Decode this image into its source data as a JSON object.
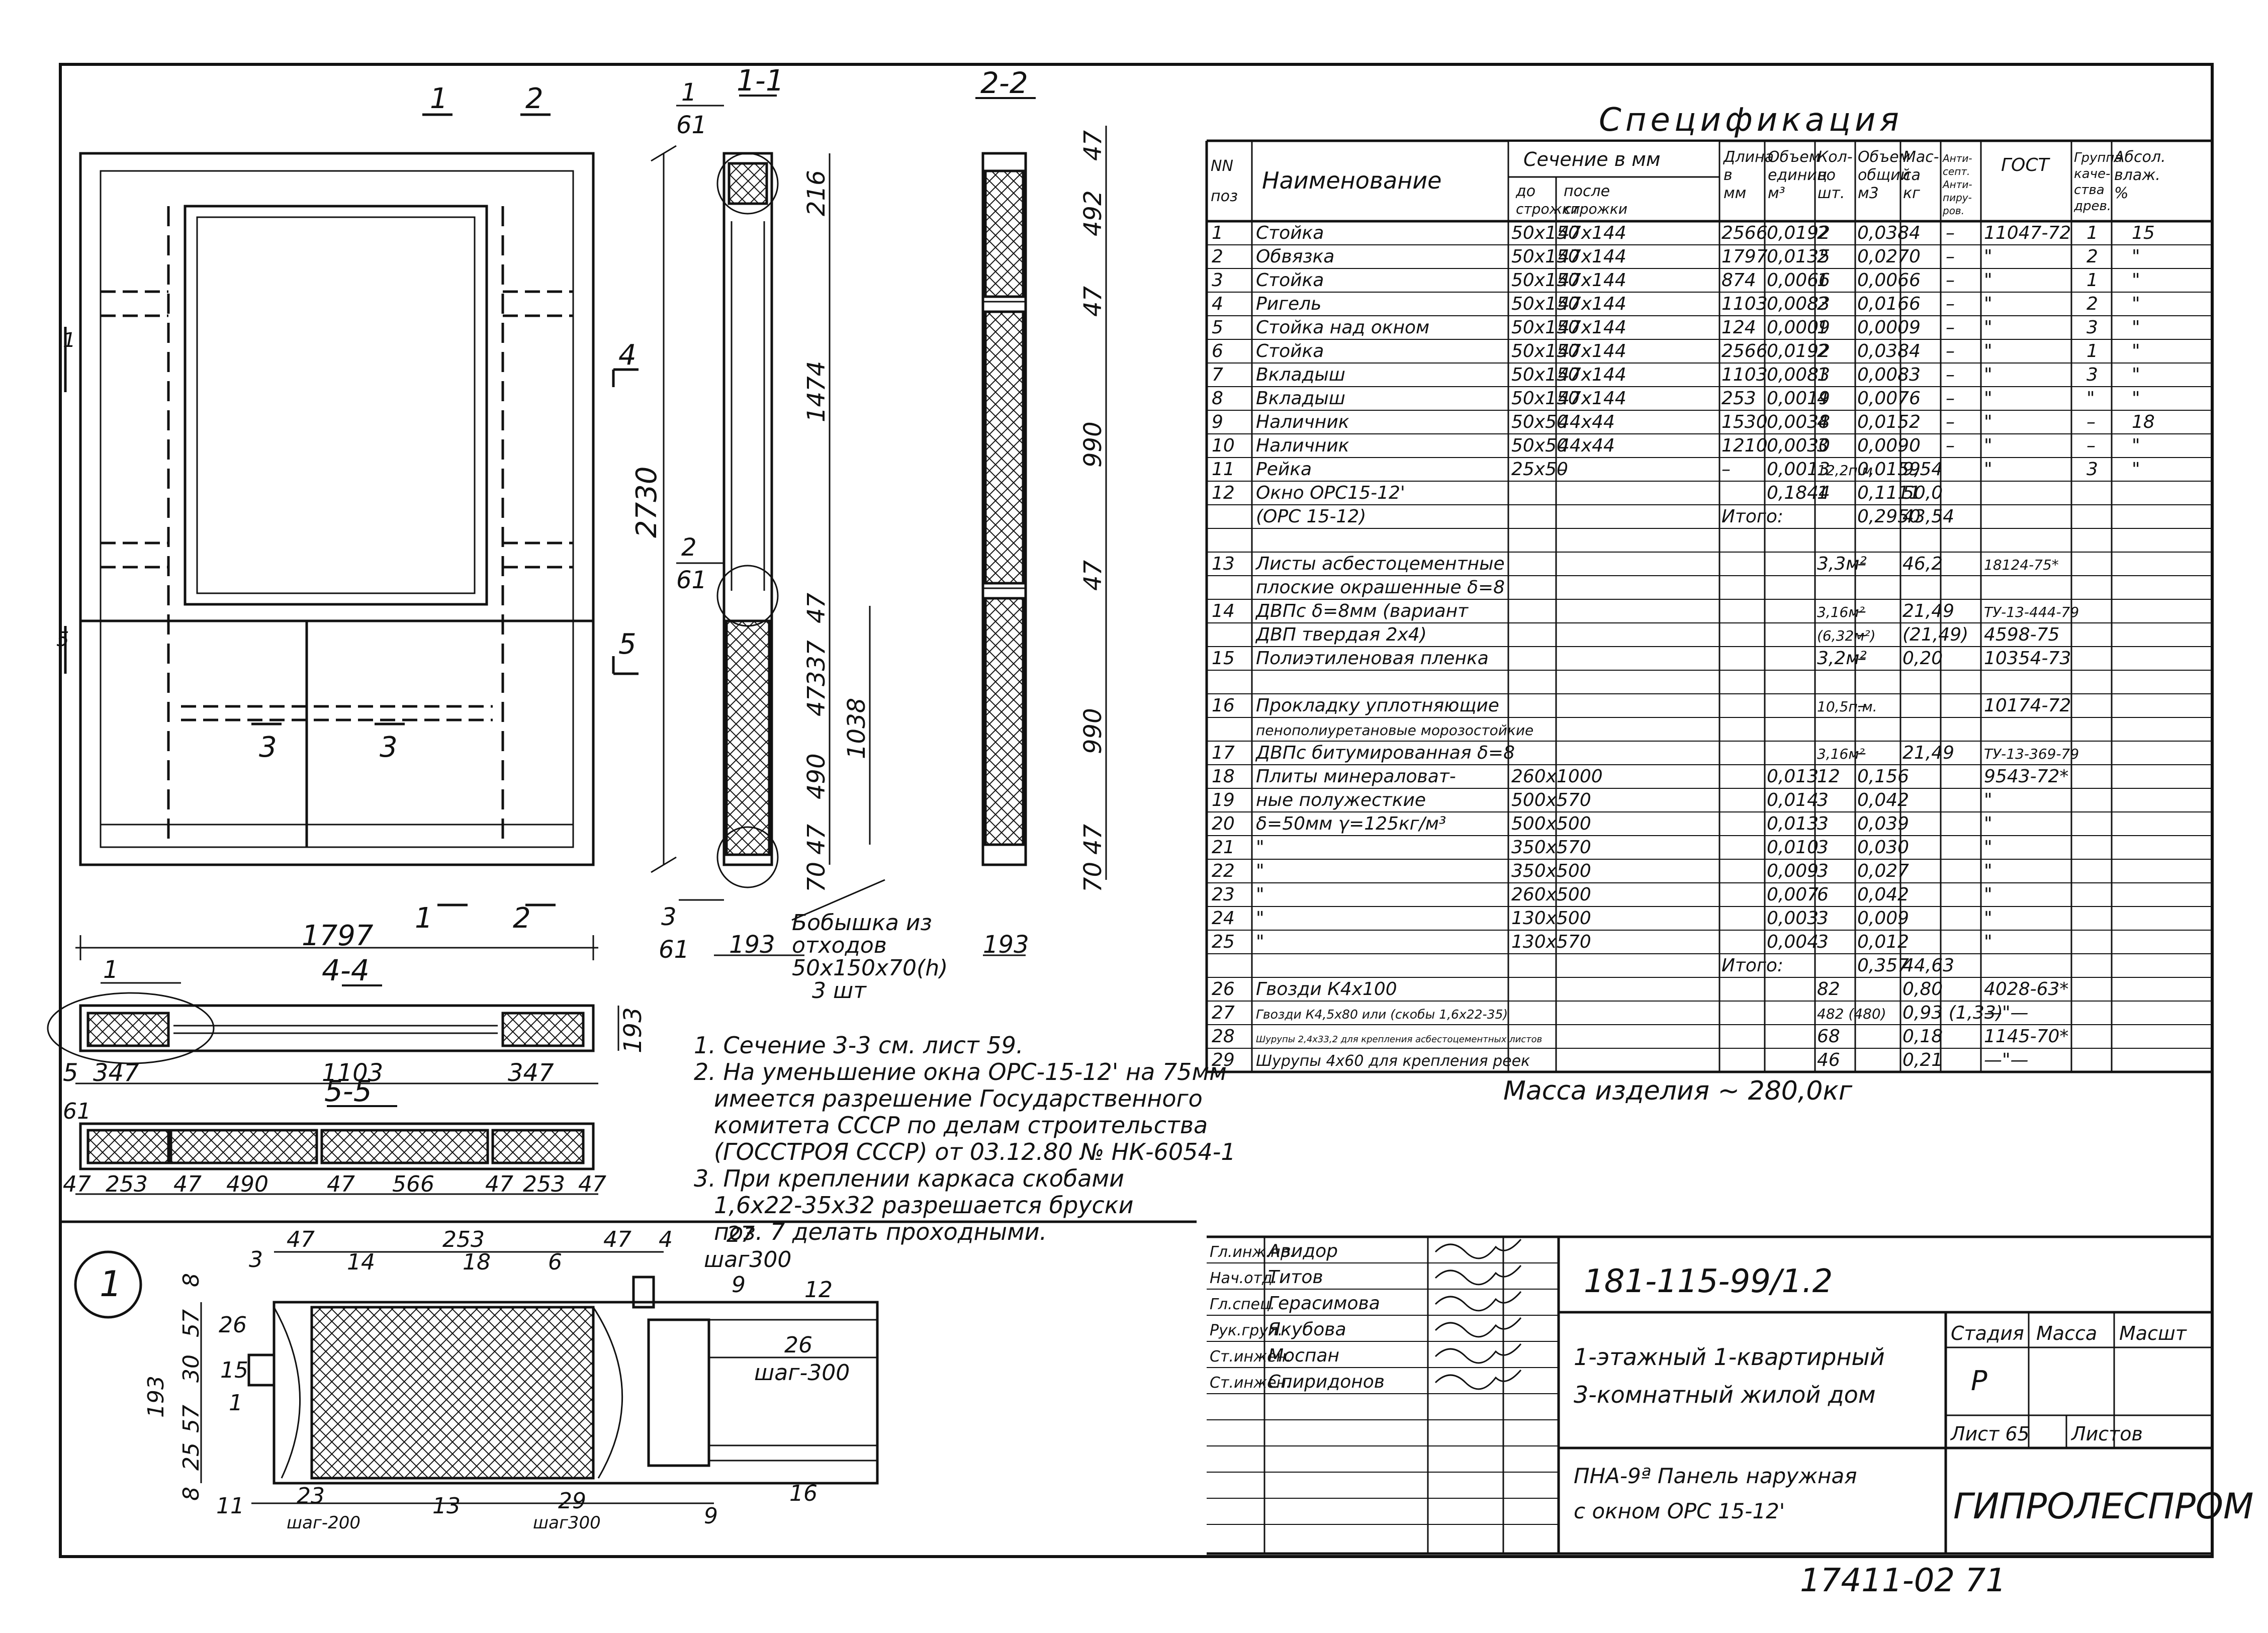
{
  "colors": {
    "ink": "#111111",
    "paper": "#ffffff"
  },
  "section_labels": {
    "s11": "1-1",
    "s22": "2-2",
    "s44": "4-4",
    "s55": "5-5",
    "node": "1"
  },
  "section_marks": {
    "m1": "1",
    "m2": "2",
    "m3": "3",
    "m4": "4",
    "m5": "5"
  },
  "elevation_dims": {
    "width": "1797",
    "height": "2730"
  },
  "section11": {
    "tag1": "1",
    "tag1b": "61",
    "tag2": "2",
    "tag2b": "61",
    "tag3": "3",
    "tag3b": "61",
    "d216": "216",
    "d1474": "1474",
    "d47": "47",
    "d337": "337",
    "d47b": "47",
    "d490": "490",
    "d1038": "1038",
    "d70": "70",
    "d47c": "47",
    "d193": "193",
    "note": [
      "Бобышка из",
      "отходов",
      "50х150х70(h)",
      "3 шт"
    ]
  },
  "section22": {
    "d47a": "47",
    "d492": "492",
    "d47b": "47",
    "d990a": "990",
    "d47c": "47",
    "d990b": "990",
    "d70": "70",
    "d47d": "47",
    "d193": "193"
  },
  "section44": {
    "tag": "1",
    "d5": "5",
    "d347a": "347",
    "d1103": "1103",
    "d347b": "347",
    "d193": "193"
  },
  "section55": {
    "d61": "61",
    "d47a": "47",
    "d253a": "253",
    "d47b": "47",
    "d490": "490",
    "d47c": "47",
    "d566": "566",
    "d47d": "47",
    "d253b": "253",
    "d47e": "47"
  },
  "notes": [
    "1. Сечение 3-3 см. лист 59.",
    "2. На уменьшение окна ОРС-15-12' на 75мм",
    "имеется разрешение Государственного",
    "комитета СССР по делам строительства",
    "(ГОССТРОЯ СССР) от 03.12.80 № НК-6054-1",
    "3. При креплении каркаса скобами",
    "1,6х22-35х32 разрешается бруски",
    "поз. 7 делать проходными."
  ],
  "node": {
    "d47a": "47",
    "d253": "253",
    "d47b": "47",
    "d4": "4",
    "d3": "3",
    "d8a": "8",
    "d57a": "57",
    "d30": "30",
    "d57b": "57",
    "d25": "25",
    "d8b": "8",
    "d193": "193",
    "d23": "23",
    "c14": "14",
    "c18": "18",
    "c6": "6",
    "c27": "27",
    "s27": "шаг300",
    "c9a": "9",
    "c12": "12",
    "c26a": "26",
    "c26b": "26",
    "s26": "шаг-300",
    "c15": "15",
    "c1": "1",
    "c11": "11",
    "s200": "шаг-200",
    "c13": "13",
    "c29": "29",
    "s29": "шаг300",
    "c9b": "9",
    "c16": "16"
  },
  "spec": {
    "title": "Спецификация",
    "headers": {
      "pos": [
        "NN",
        "поз"
      ],
      "name": "Наименование",
      "section": "Сечение в мм",
      "before": [
        "до",
        "строжки"
      ],
      "after": [
        "после",
        "строжки"
      ],
      "length": [
        "Длина",
        "в",
        "мм"
      ],
      "vol_unit": [
        "Объем",
        "единиц",
        "м³"
      ],
      "qty": [
        "Кол-",
        "во",
        "шт."
      ],
      "vol_total": [
        "Объем",
        "общий",
        "м3"
      ],
      "mass": [
        "Мас-",
        "са",
        "кг"
      ],
      "antisept": [
        "Анти-",
        "септ.",
        "Анти-",
        "пиру-",
        "ров."
      ],
      "gost": "ГОСТ",
      "group": [
        "Группа",
        "каче-",
        "ства",
        "древ."
      ],
      "humidity": [
        "Абсол.",
        "влаж.",
        "%"
      ]
    },
    "rows": [
      [
        "1",
        "Стойка",
        "50х150",
        "47х144",
        "2566",
        "0,0192",
        "2",
        "0,0384",
        "",
        "–",
        "11047-72",
        "1",
        "15"
      ],
      [
        "2",
        "Обвязка",
        "50х150",
        "47х144",
        "1797",
        "0,0135",
        "2",
        "0,0270",
        "",
        "–",
        "\"",
        "2",
        "\""
      ],
      [
        "3",
        "Стойка",
        "50х150",
        "47х144",
        "874",
        "0,0066",
        "1",
        "0,0066",
        "",
        "–",
        "\"",
        "1",
        "\""
      ],
      [
        "4",
        "Ригель",
        "50х150",
        "47х144",
        "1103",
        "0,0083",
        "2",
        "0,0166",
        "",
        "–",
        "\"",
        "2",
        "\""
      ],
      [
        "5",
        "Стойка над окном",
        "50х150",
        "47х144",
        "124",
        "0,0009",
        "1",
        "0,0009",
        "",
        "–",
        "\"",
        "3",
        "\""
      ],
      [
        "6",
        "Стойка",
        "50х150",
        "47х144",
        "2566",
        "0,0192",
        "2",
        "0,0384",
        "",
        "–",
        "\"",
        "1",
        "\""
      ],
      [
        "7",
        "Вкладыш",
        "50х150",
        "47х144",
        "1103",
        "0,0083",
        "1",
        "0,0083",
        "",
        "–",
        "\"",
        "3",
        "\""
      ],
      [
        "8",
        "Вкладыш",
        "50х150",
        "47х144",
        "253",
        "0,0019",
        "4",
        "0,0076",
        "",
        "–",
        "\"",
        "\"",
        "\""
      ],
      [
        "9",
        "Наличник",
        "50х50",
        "44х44",
        "1530",
        "0,0038",
        "4",
        "0,0152",
        "",
        "–",
        "\"",
        "–",
        "18"
      ],
      [
        "10",
        "Наличник",
        "50х50",
        "44х44",
        "1210",
        "0,0030",
        "3",
        "0,0090",
        "",
        "–",
        "\"",
        "–",
        "\""
      ],
      [
        "11",
        "Рейка",
        "25х50",
        "–",
        "–",
        "0,0013",
        "12,2п.м",
        "0,0159",
        "9,54",
        "",
        "\"",
        "3",
        "\""
      ],
      [
        "12",
        "Окно ОРС15-12'",
        "",
        "",
        "",
        "0,1844",
        "1",
        "0,1111",
        "50,0",
        "",
        "",
        "",
        ""
      ],
      [
        "",
        "(ОРС 15-12)",
        "",
        "",
        "Итого:",
        "",
        "",
        "0,2950",
        "43,54",
        "",
        "",
        "",
        ""
      ],
      [
        "",
        "",
        "",
        "",
        "",
        "",
        "",
        "",
        "",
        "",
        "",
        "",
        ""
      ],
      [
        "13",
        "Листы асбестоцементные",
        "",
        "",
        "",
        "",
        "3,3м²",
        "–",
        "46,2",
        "",
        "18124-75*",
        "",
        ""
      ],
      [
        "",
        "плоские окрашенные δ=8",
        "",
        "",
        "",
        "",
        "",
        "",
        "",
        "",
        "",
        "",
        ""
      ],
      [
        "14",
        "ДВПс δ=8мм (вариант",
        "",
        "",
        "",
        "",
        "3,16м²",
        "–",
        "21,49",
        "",
        "ТУ-13-444-79",
        "",
        ""
      ],
      [
        "",
        "ДВП твердая 2х4)",
        "",
        "",
        "",
        "",
        "(6,32м²)",
        "–",
        "(21,49)",
        "",
        "4598-75",
        "",
        ""
      ],
      [
        "15",
        "Полиэтиленовая пленка",
        "",
        "",
        "",
        "",
        "3,2м²",
        "–",
        "0,20",
        "",
        "10354-73",
        "",
        ""
      ],
      [
        "",
        "",
        "",
        "",
        "",
        "",
        "",
        "",
        "",
        "",
        "",
        "",
        ""
      ],
      [
        "16",
        "Прокладку уплотняющие",
        "",
        "",
        "",
        "",
        "10,5п.м.",
        "–",
        "",
        "",
        "10174-72",
        "",
        ""
      ],
      [
        "",
        "пенополиуретановые морозостойкие",
        "",
        "",
        "",
        "",
        "",
        "",
        "",
        "",
        "",
        "",
        ""
      ],
      [
        "17",
        "ДВПс битумированная δ=8",
        "",
        "",
        "",
        "",
        "3,16м²",
        "–",
        "21,49",
        "",
        "ТУ-13-369-79",
        "",
        ""
      ],
      [
        "18",
        "Плиты минераловат-",
        "260х1000",
        "",
        "",
        "0,013",
        "12",
        "0,156",
        "",
        "",
        "9543-72*",
        "",
        ""
      ],
      [
        "19",
        "ные полужесткие",
        "500х570",
        "",
        "",
        "0,014",
        "3",
        "0,042",
        "",
        "",
        "\"",
        "",
        ""
      ],
      [
        "20",
        "δ=50мм γ=125кг/м³",
        "500х500",
        "",
        "",
        "0,013",
        "3",
        "0,039",
        "",
        "",
        "\"",
        "",
        ""
      ],
      [
        "21",
        "\"",
        "350х570",
        "",
        "",
        "0,010",
        "3",
        "0,030",
        "",
        "",
        "\"",
        "",
        ""
      ],
      [
        "22",
        "\"",
        "350х500",
        "",
        "",
        "0,009",
        "3",
        "0,027",
        "",
        "",
        "\"",
        "",
        ""
      ],
      [
        "23",
        "\"",
        "260х500",
        "",
        "",
        "0,007",
        "6",
        "0,042",
        "",
        "",
        "\"",
        "",
        ""
      ],
      [
        "24",
        "\"",
        "130х500",
        "",
        "",
        "0,003",
        "3",
        "0,009",
        "",
        "",
        "\"",
        "",
        ""
      ],
      [
        "25",
        "\"",
        "130х570",
        "",
        "",
        "0,004",
        "3",
        "0,012",
        "",
        "",
        "\"",
        "",
        ""
      ],
      [
        "",
        "",
        "",
        "",
        "Итого:",
        "",
        "",
        "0,357",
        "44,63",
        "",
        "",
        "",
        ""
      ],
      [
        "26",
        "Гвозди К4х100",
        "",
        "",
        "",
        "",
        "82",
        "",
        "0,80",
        "",
        "4028-63*",
        "",
        ""
      ],
      [
        "27",
        "Гвозди К4,5х80 или (скобы 1,6х22-35)",
        "",
        "",
        "",
        "",
        "482 (480)",
        "",
        "0,93 (1,33)",
        "",
        "—\"—",
        "",
        ""
      ],
      [
        "28",
        "Шурупы 2,4х33,2 для крепления асбестоцементных листов",
        "",
        "",
        "",
        "",
        "68",
        "",
        "0,18",
        "",
        "1145-70*",
        "",
        ""
      ],
      [
        "29",
        "Шурупы 4х60 для крепления реек",
        "",
        "",
        "",
        "",
        "46",
        "",
        "0,21",
        "",
        "—\"—",
        "",
        ""
      ]
    ],
    "mass_line": "Масса изделия ~ 280,0кг"
  },
  "title_block": {
    "staff": [
      {
        "role": "Гл.инж.пр.",
        "name": "Авидор"
      },
      {
        "role": "Нач.отд.",
        "name": "Титов"
      },
      {
        "role": "Гл.спец.",
        "name": "Герасимова"
      },
      {
        "role": "Рук.груп.",
        "name": "Якубова"
      },
      {
        "role": "Ст.инжен.",
        "name": "Моспан"
      },
      {
        "role": "Ст.инжен.",
        "name": "Спиридонов"
      }
    ],
    "code": "181-115-99/1.2",
    "project": [
      "1-этажный 1-квартирный",
      "3-комнатный жилой дом"
    ],
    "sheet_title": [
      "ПНА-9ª Панель наружная",
      "с окном ОРС 15-12'"
    ],
    "stage_label": "Стадия",
    "mass_label": "Масса",
    "scale_label": "Масшт",
    "stage": "Р",
    "sheet_label": "Лист 65",
    "sheets_label": "Листов",
    "org": "ГИПРОЛЕСПРОМ"
  },
  "footer_code": "17411-02  71"
}
